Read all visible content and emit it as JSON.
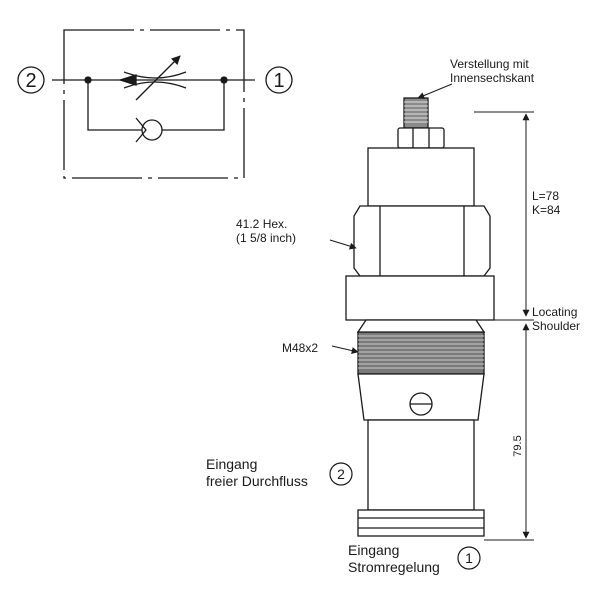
{
  "schematic": {
    "port_left": "2",
    "port_right": "1"
  },
  "labels": {
    "adjust_line1": "Verstellung mit",
    "adjust_line2": "Innensechskant",
    "hex_line1": "41.2 Hex.",
    "hex_line2": "(1 5/8 inch)",
    "thread": "M48x2",
    "length_L": "L=78",
    "length_K": "K=84",
    "locating_line1": "Locating",
    "locating_line2": "Shoulder",
    "lower_length": "79.5",
    "inlet2_line1": "Eingang",
    "inlet2_line2": "freier Durchfluss",
    "inlet2_port": "2",
    "inlet1_line1": "Eingang",
    "inlet1_line2": "Stromregelung",
    "inlet1_port": "1"
  },
  "colors": {
    "line": "#1a1a1a",
    "background": "#ffffff"
  }
}
